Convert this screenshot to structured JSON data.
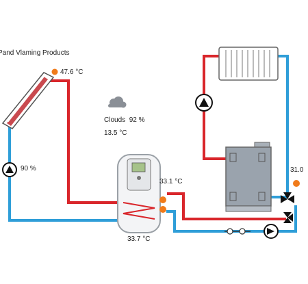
{
  "header": {
    "title": "Pand Vlaming Products"
  },
  "collector": {
    "temperature": "47.6 °C"
  },
  "weather": {
    "icon": "cloud-icon",
    "condition_label": "Clouds",
    "cloud_cover": "92 %",
    "outdoor_temperature": "13.5 °C"
  },
  "solar_pump": {
    "speed": "90 %"
  },
  "storage_tank": {
    "upper_temperature": "33.1 °C",
    "bottom_temperature": "33.7 °C"
  },
  "heating_circuit": {
    "temperature": "31.0"
  },
  "colors": {
    "supply": "#d9262b",
    "return": "#2f9ed8",
    "pump": "#111111",
    "sensor": "#f07b1a",
    "boiler": "#9aa3ad"
  }
}
